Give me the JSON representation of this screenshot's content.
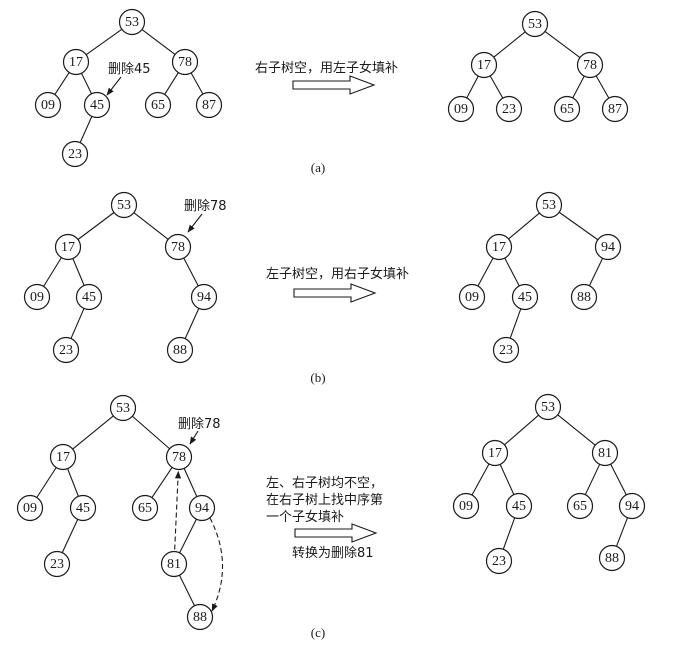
{
  "panels": [
    {
      "caption": "(a)",
      "before": {
        "nodes": [
          {
            "id": "53",
            "label": "53"
          },
          {
            "id": "17",
            "label": "17"
          },
          {
            "id": "78",
            "label": "78"
          },
          {
            "id": "09",
            "label": "09"
          },
          {
            "id": "45",
            "label": "45"
          },
          {
            "id": "65",
            "label": "65"
          },
          {
            "id": "87",
            "label": "87"
          },
          {
            "id": "23",
            "label": "23"
          }
        ],
        "edges": [
          [
            "53",
            "17"
          ],
          [
            "53",
            "78"
          ],
          [
            "17",
            "09"
          ],
          [
            "17",
            "45"
          ],
          [
            "78",
            "65"
          ],
          [
            "78",
            "87"
          ],
          [
            "45",
            "23"
          ]
        ],
        "annotation": "删除45"
      },
      "operation": [
        "右子树空，用左子女填补"
      ],
      "after": {
        "nodes": [
          {
            "id": "53",
            "label": "53"
          },
          {
            "id": "17",
            "label": "17"
          },
          {
            "id": "78",
            "label": "78"
          },
          {
            "id": "09",
            "label": "09"
          },
          {
            "id": "23",
            "label": "23"
          },
          {
            "id": "65",
            "label": "65"
          },
          {
            "id": "87",
            "label": "87"
          }
        ],
        "edges": [
          [
            "53",
            "17"
          ],
          [
            "53",
            "78"
          ],
          [
            "17",
            "09"
          ],
          [
            "17",
            "23"
          ],
          [
            "78",
            "65"
          ],
          [
            "78",
            "87"
          ]
        ]
      }
    },
    {
      "caption": "(b)",
      "before": {
        "nodes": [
          {
            "id": "53",
            "label": "53"
          },
          {
            "id": "17",
            "label": "17"
          },
          {
            "id": "78",
            "label": "78"
          },
          {
            "id": "09",
            "label": "09"
          },
          {
            "id": "45",
            "label": "45"
          },
          {
            "id": "94",
            "label": "94"
          },
          {
            "id": "23",
            "label": "23"
          },
          {
            "id": "88",
            "label": "88"
          }
        ],
        "edges": [
          [
            "53",
            "17"
          ],
          [
            "53",
            "78"
          ],
          [
            "17",
            "09"
          ],
          [
            "17",
            "45"
          ],
          [
            "78",
            "94"
          ],
          [
            "45",
            "23"
          ],
          [
            "94",
            "88"
          ]
        ],
        "annotation": "删除78"
      },
      "operation": [
        "左子树空，用右子女填补"
      ],
      "after": {
        "nodes": [
          {
            "id": "53",
            "label": "53"
          },
          {
            "id": "17",
            "label": "17"
          },
          {
            "id": "94",
            "label": "94"
          },
          {
            "id": "09",
            "label": "09"
          },
          {
            "id": "45",
            "label": "45"
          },
          {
            "id": "88",
            "label": "88"
          },
          {
            "id": "23",
            "label": "23"
          }
        ],
        "edges": [
          [
            "53",
            "17"
          ],
          [
            "53",
            "94"
          ],
          [
            "17",
            "09"
          ],
          [
            "17",
            "45"
          ],
          [
            "94",
            "88"
          ],
          [
            "45",
            "23"
          ]
        ]
      }
    },
    {
      "caption": "(c)",
      "before": {
        "nodes": [
          {
            "id": "53",
            "label": "53"
          },
          {
            "id": "17",
            "label": "17"
          },
          {
            "id": "78",
            "label": "78"
          },
          {
            "id": "09",
            "label": "09"
          },
          {
            "id": "45",
            "label": "45"
          },
          {
            "id": "65",
            "label": "65"
          },
          {
            "id": "94",
            "label": "94"
          },
          {
            "id": "23",
            "label": "23"
          },
          {
            "id": "81",
            "label": "81"
          },
          {
            "id": "88",
            "label": "88"
          }
        ],
        "edges": [
          [
            "53",
            "17"
          ],
          [
            "53",
            "78"
          ],
          [
            "17",
            "09"
          ],
          [
            "17",
            "45"
          ],
          [
            "78",
            "65"
          ],
          [
            "78",
            "94"
          ],
          [
            "45",
            "23"
          ],
          [
            "94",
            "81"
          ],
          [
            "81",
            "88"
          ]
        ],
        "dashed_arrows": [
          [
            "81",
            "78"
          ],
          [
            "94",
            "88"
          ]
        ],
        "annotation": "删除78"
      },
      "operation": [
        "左、右子树均不空，",
        "在右子树上找中序第",
        "一个子女填补"
      ],
      "operation_note": "转换为删除81",
      "after": {
        "nodes": [
          {
            "id": "53",
            "label": "53"
          },
          {
            "id": "17",
            "label": "17"
          },
          {
            "id": "81",
            "label": "81"
          },
          {
            "id": "09",
            "label": "09"
          },
          {
            "id": "45",
            "label": "45"
          },
          {
            "id": "65",
            "label": "65"
          },
          {
            "id": "94",
            "label": "94"
          },
          {
            "id": "23",
            "label": "23"
          },
          {
            "id": "88",
            "label": "88"
          }
        ],
        "edges": [
          [
            "53",
            "17"
          ],
          [
            "53",
            "81"
          ],
          [
            "17",
            "09"
          ],
          [
            "17",
            "45"
          ],
          [
            "81",
            "65"
          ],
          [
            "81",
            "94"
          ],
          [
            "45",
            "23"
          ],
          [
            "94",
            "88"
          ]
        ]
      }
    }
  ]
}
